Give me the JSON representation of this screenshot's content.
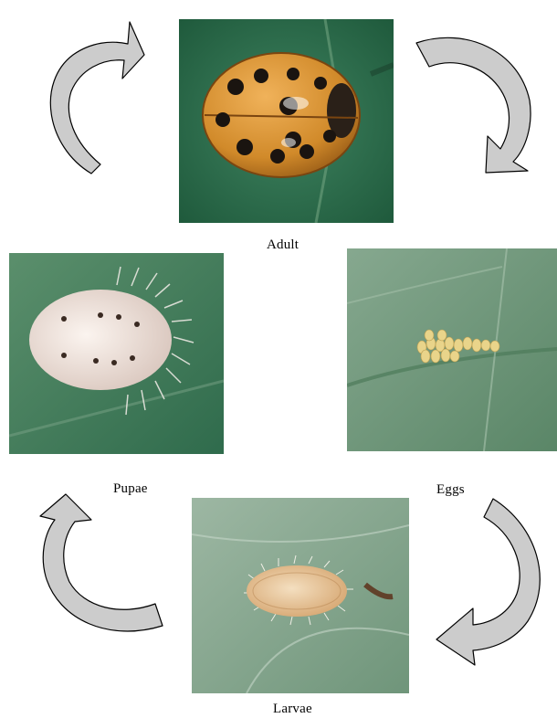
{
  "diagram": {
    "stages": {
      "adult": "Adult",
      "eggs": "Eggs",
      "larvae": "Larvae",
      "pupae": "Pupae"
    },
    "colors": {
      "leaf_dark": "#2f6b4c",
      "leaf_light": "#6f9a7e",
      "beetle": "#d18a2a",
      "beetle_spot": "#1a1410",
      "egg": "#e9d48a",
      "larva": "#e7c79b",
      "pupa": "#efe3dc",
      "arrow_fill": "#cccccc",
      "arrow_stroke": "#000000"
    }
  }
}
